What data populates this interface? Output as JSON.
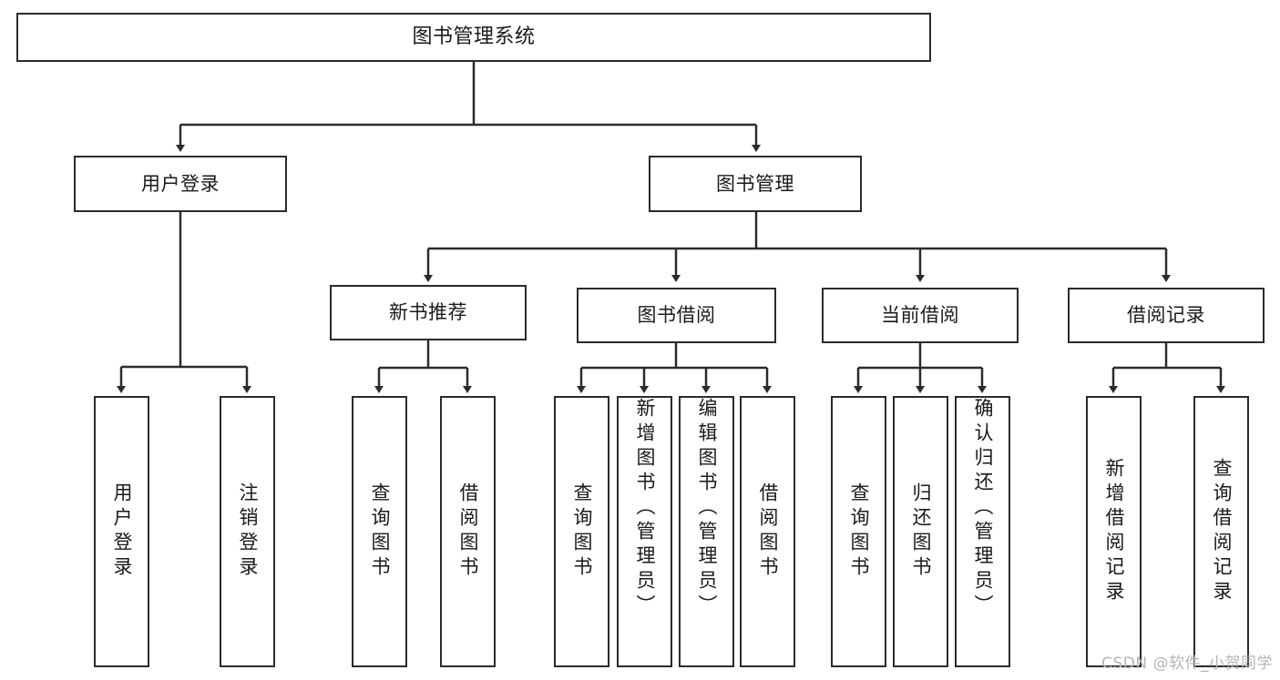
{
  "diagram": {
    "title": "图书管理系统",
    "watermark": "CSDN @软件_小贺同学",
    "line_color": "#2b2b2b",
    "box_border_color": "#2b2b2b",
    "background_color": "#ffffff",
    "text_color": "#1a1a1a"
  },
  "nodes": {
    "root": {
      "label": "图书管理系统"
    },
    "level2": [
      {
        "label": "用户登录"
      },
      {
        "label": "图书管理"
      }
    ],
    "level3": [
      {
        "label": "新书推荐"
      },
      {
        "label": "图书借阅"
      },
      {
        "label": "当前借阅"
      },
      {
        "label": "借阅记录"
      }
    ],
    "leaves": {
      "user_login": [
        {
          "label": "用户登录"
        },
        {
          "label": "注销登录"
        }
      ],
      "new_book_recommend": [
        {
          "label": "查询图书"
        },
        {
          "label": "借阅图书"
        }
      ],
      "book_borrow": [
        {
          "label": "查询图书"
        },
        {
          "label": "新增图书（管理员）"
        },
        {
          "label": "编辑图书（管理员）"
        },
        {
          "label": "借阅图书"
        }
      ],
      "current_borrow": [
        {
          "label": "查询图书"
        },
        {
          "label": "归还图书"
        },
        {
          "label": "确认归还（管理员）"
        }
      ],
      "borrow_record": [
        {
          "label": "新增借阅记录"
        },
        {
          "label": "查询借阅记录"
        }
      ]
    }
  }
}
